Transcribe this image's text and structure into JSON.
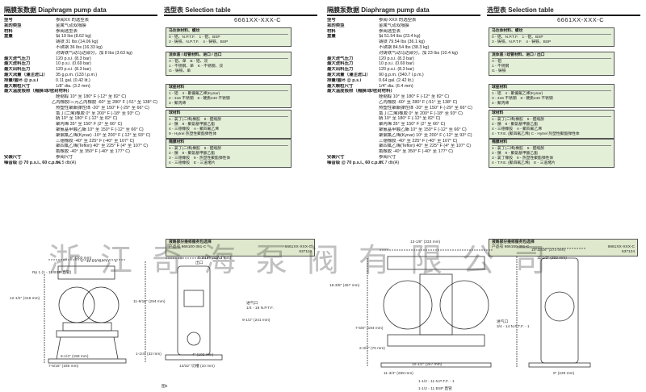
{
  "header": {
    "pump_title_cn": "隔膜泵数据",
    "pump_title_en": "Diaphragm pump data",
    "selection_title_cn": "选型表",
    "selection_title_en": "Selection table"
  },
  "left": {
    "model_code": "6661XX-XXX-C",
    "specs": [
      {
        "k": "型号",
        "v": "参阅XX 的选型表"
      },
      {
        "k": "泵的类型",
        "v": "金属气动双隔膜"
      },
      {
        "k": "材料",
        "v": "参阅选型表"
      },
      {
        "k": "重量",
        "v": "铝 19 lbs (8.62 kg)",
        "sub": false
      },
      {
        "k": "",
        "v": "铸铁 31 lbs (14.06 kg)",
        "sub": true
      },
      {
        "k": "",
        "v": "不锈钢 36 lbs (16.33 kg)",
        "sub": true
      },
      {
        "k": "",
        "v": "对铸铁气动马达部分，加 8 lbs (3.63 kg)",
        "sub": true
      },
      {
        "k": "最大进气压力",
        "v": "120 p.s.i. (8.3 bar)"
      },
      {
        "k": "最大进料压力",
        "v": "10 p.s.i. (0.69 bar)"
      },
      {
        "k": "最大出料压力",
        "v": "120 p.s.i. (8.3 bar)"
      },
      {
        "k": "最大流量（灌注进口）",
        "v": "35 g.p.m. (133 l.p.m.)"
      },
      {
        "k": "排量/循环 @ p.s.i",
        "v": "0.11 gal. (0.42 lit.)"
      },
      {
        "k": "最大颗粒尺寸",
        "v": "1/8\" dia. (3.2 mm)"
      },
      {
        "k": "最大温度极限（隔膜/球/密封材料）",
        "v": ""
      },
      {
        "k": "",
        "v": "醛缩醇 10° 至 180° F (-12° 至 82° C)",
        "sub": true
      },
      {
        "k": "",
        "v": "乙丙橡胶/三元乙丙橡胶 -60° 至 280° F (-51° 至 138° C)",
        "sub": true
      },
      {
        "k": "",
        "v": "热塑性聚酯弹性体 -20° 至 150° F (-29° 至 66° C)",
        "sub": true
      },
      {
        "k": "",
        "v": "氯丁(二烯)橡胶 0° 至 200° F (-18° 至 93° C)",
        "sub": true
      },
      {
        "k": "",
        "v": "腈 10° 至 180° F (-12° 至 82° C)",
        "sub": true
      },
      {
        "k": "",
        "v": "聚丙烯 35° 至 150° F (2° 至 66° C)",
        "sub": true
      },
      {
        "k": "",
        "v": "聚氨基甲酸乙酯 10° 至 150° F (-12° 至 66° C)",
        "sub": true
      },
      {
        "k": "",
        "v": "聚偏氟乙烯(Kynar) -10° 至 200° F (-12° 至 93° C)",
        "sub": true
      },
      {
        "k": "",
        "v": "三德橡胶 -40° 至 225° F (-40° 至 107° C)",
        "sub": true
      },
      {
        "k": "",
        "v": "聚四氟乙烯(Teflon) 40° 至 225° F (4° 至 107° C)",
        "sub": true
      },
      {
        "k": "",
        "v": "氟橡胶 -40° 至 350° F (-40° 至 177° C)",
        "sub": true
      },
      {
        "k": "安装尺寸",
        "v": "参阅尺寸"
      },
      {
        "k": "噪音级 @ 70 p.s.i., 60 c.p.m.",
        "v": "64.5 db(A)"
      }
    ],
    "options": [
      {
        "title": "马达体材料、螺纹",
        "cols": [
          "0 - 铝、N.P.T.F.　1 - 铝、BSP",
          "3 - 铸铁、N.P.T.F.　4 - 铸铁、BSP"
        ]
      },
      {
        "title": "流体盖 / 歧管材料、进口 / 出口",
        "cols": [
          "A - 铝、单　B - 铝、双",
          "1 - 不锈钢、单　K - 不锈钢、双",
          "G - 铸铁、单"
        ]
      },
      {
        "title": "球座材料",
        "cols": [
          "1 - 铝　4 - 聚偏氟乙烯(Kynar)",
          "2 - 316 不锈钢　8 - 硬质440 不锈钢",
          "3 - 聚丙烯"
        ]
      },
      {
        "title": "球材料",
        "cols": [
          "1 - 氯丁(二烯)橡胶　6 - 醛缩醇",
          "2 - 腈　8 - 聚氨基甲酸乙酯",
          "4 - 三德橡胶　A - 聚四氟乙烯",
          "9 - Hytrel 热塑性聚酯弹性体"
        ]
      },
      {
        "title": "隔膜材料",
        "cols": [
          "1 - 氯丁(二烯)橡胶　6 - 醛缩醇",
          "2 - 腈　8 - 聚氨基甲酸乙酯",
          "3 - 三德橡胶　9 - 热塑性聚酯弹性体",
          "4 - 三德橡胶　E - 三道堵片"
        ]
      }
    ],
    "kit": {
      "label": "液路部分维修服务包选择",
      "code": "6661XX-XXX-C",
      "kit_a": "637119",
      "kit_b": "产品号 666100-361-C"
    },
    "dimensions": [
      "8\" (203 mm)",
      "8-3/16\" (217.3 mm)",
      "12-1/2\" (318 mm)",
      "11-9/16\" (294 mm)",
      "6-1/4\" (159 mm)",
      "7-5/16\" (186 mm)",
      "1-1/4\" (32 mm)",
      "4\" (102 mm)",
      "13/32\" 切槽 (10 mm)",
      "9-1/2\" (241 mm)",
      "进气口",
      "1/4 - 18 N.P.T.F.",
      "出口",
      "1 - 11-1/2 N.P.T.F. - 1",
      "Rp 1 (1 - 11 BSP 直管)",
      "图5"
    ]
  },
  "right": {
    "model_code": "6661XX-XXX-C",
    "specs": [
      {
        "k": "型号",
        "v": "参阅-XXX 的选型表"
      },
      {
        "k": "泵的类型",
        "v": "金属气动双隔膜"
      },
      {
        "k": "材料",
        "v": "参阅选型表"
      },
      {
        "k": "重量",
        "v": "铝 51.54 lbs (23.4 kg)"
      },
      {
        "k": "",
        "v": "铸铁 79.54 lbs (36.1 kg)",
        "sub": true
      },
      {
        "k": "",
        "v": "不锈钢 84.54 lbs (38.3 kg)",
        "sub": true
      },
      {
        "k": "",
        "v": "对铸铁气动马达部分，加 23 lbs (10.4 kg)",
        "sub": true
      },
      {
        "k": "最大进气压力",
        "v": "120 p.s.i. (8.3 bar)"
      },
      {
        "k": "最大进料压力",
        "v": "10 p.s.i. (0.69 bar)"
      },
      {
        "k": "最大出料压力",
        "v": "120 p.s.i. (8.3 bar)"
      },
      {
        "k": "最大流量（灌注进口）",
        "v": "90 g.p.m. (340.7 l.p.m.)"
      },
      {
        "k": "排量/循环 @ p.s.i",
        "v": "0.64 gal. (2.42 lit.)"
      },
      {
        "k": "最大颗粒尺寸",
        "v": "1/4\" dia. (6.4 mm)"
      },
      {
        "k": "最大温度极限（隔膜/球/密封材料）",
        "v": ""
      },
      {
        "k": "",
        "v": "醛缩醇 10° 至 180° F (-12° 至 82° C)",
        "sub": true
      },
      {
        "k": "",
        "v": "乙丙橡胶 -60° 至 280° F (-51° 至 138° C)",
        "sub": true
      },
      {
        "k": "",
        "v": "热塑性聚酯弹性体 -20° 至 150° F (-29° 至 66° C)",
        "sub": true
      },
      {
        "k": "",
        "v": "氯丁(二烯)橡胶 0° 至 200° F (-18° 至 93° C)",
        "sub": true
      },
      {
        "k": "",
        "v": "腈 10° 至 180° F (-12° 至 82° C)",
        "sub": true
      },
      {
        "k": "",
        "v": "聚丙烯 35° 至 150° F (2° 至 66° C)",
        "sub": true
      },
      {
        "k": "",
        "v": "聚氨基甲酸乙酯 10° 至 150° F (-12° 至 66° C)",
        "sub": true
      },
      {
        "k": "",
        "v": "聚偏氟乙烯(Kynar) 10° 至 200° F (-12° 至 93° C)",
        "sub": true
      },
      {
        "k": "",
        "v": "三德橡胶 -40° 至 225° F (-40° 至 107° C)",
        "sub": true
      },
      {
        "k": "",
        "v": "聚四氟乙烯(Teflon) 40° 至 225° F (4° 至 107° C)",
        "sub": true
      },
      {
        "k": "",
        "v": "氟橡胶 -40° 至 350° F (-40° 至 177° C)",
        "sub": true
      },
      {
        "k": "安装尺寸",
        "v": "参阅尺寸"
      },
      {
        "k": "噪音级 @ 70 p.s.i., 60 c.p.m.",
        "v": "77.7 db(A)"
      }
    ],
    "options": [
      {
        "title": "马达体材料、螺纹",
        "cols": [
          "0 - 铝、N.P.T.F.　1 - 铝、BSP",
          "3 - 铸铁、N.P.T.F.　4 - 铸铁、BSP"
        ]
      },
      {
        "title": "流体盖 / 歧管材料、进口 / 出口",
        "cols": [
          "A - 铝　",
          "1 - 不锈钢",
          "G - 铸铁"
        ]
      },
      {
        "title": "球座材料",
        "cols": [
          "1 - 铝　4 - 聚偏氟乙烯(Kynar)",
          "3 - 316 不锈钢　8 - 硬质440 不锈钢",
          "4 - 聚丙烯"
        ]
      },
      {
        "title": "球材料",
        "cols": [
          "1 - 氯丁(二烯)橡胶　6 - 醛缩醇",
          "2 - 腈　8 - 聚氨基甲酸乙酯",
          "4 - 三德橡胶　A - 聚四氟乙烯",
          "4 - T.F.E. (聚四氟乙烯) C - Hytrel 热塑性聚酯弹性体"
        ]
      },
      {
        "title": "隔膜材料",
        "cols": [
          "1 - 氯丁(二烯)橡胶　6 - 醛缩醇",
          "2 - 腈　8 - 聚氨基甲酸乙酯",
          "3 - 氯丁橡胶　9 - 热塑性聚酯弹性体",
          "4 - T.F.E. (聚四氟乙烯)　E - 三道堵片"
        ]
      }
    ],
    "kit": {
      "label": "液路部分维修服务包选择",
      "code": "6661XX-XXX-C",
      "kit_a": "637124",
      "kit_b": "产品号 666150-361-C"
    },
    "dimensions": [
      "13-1/8\" (333 mm)",
      "14-11/16\" (373 mm)",
      "11-1/2\" (292 mm)",
      "18-3/8\" (467 mm)",
      "7-5/8\" (194 mm)",
      "2-3/4\" (70 mm)",
      "10-1/2\" (267 mm)",
      "11-3/4\" (298 mm)",
      "9\" (229 mm)",
      "进气口",
      "3/4 - 14 N.P.T.F. - 1",
      "1-1/2 - 11 N.P.T.F. - 1",
      "1-1/2 - 11 BSP 直管"
    ]
  },
  "watermark": "浙江奇海泵阀有限公司"
}
